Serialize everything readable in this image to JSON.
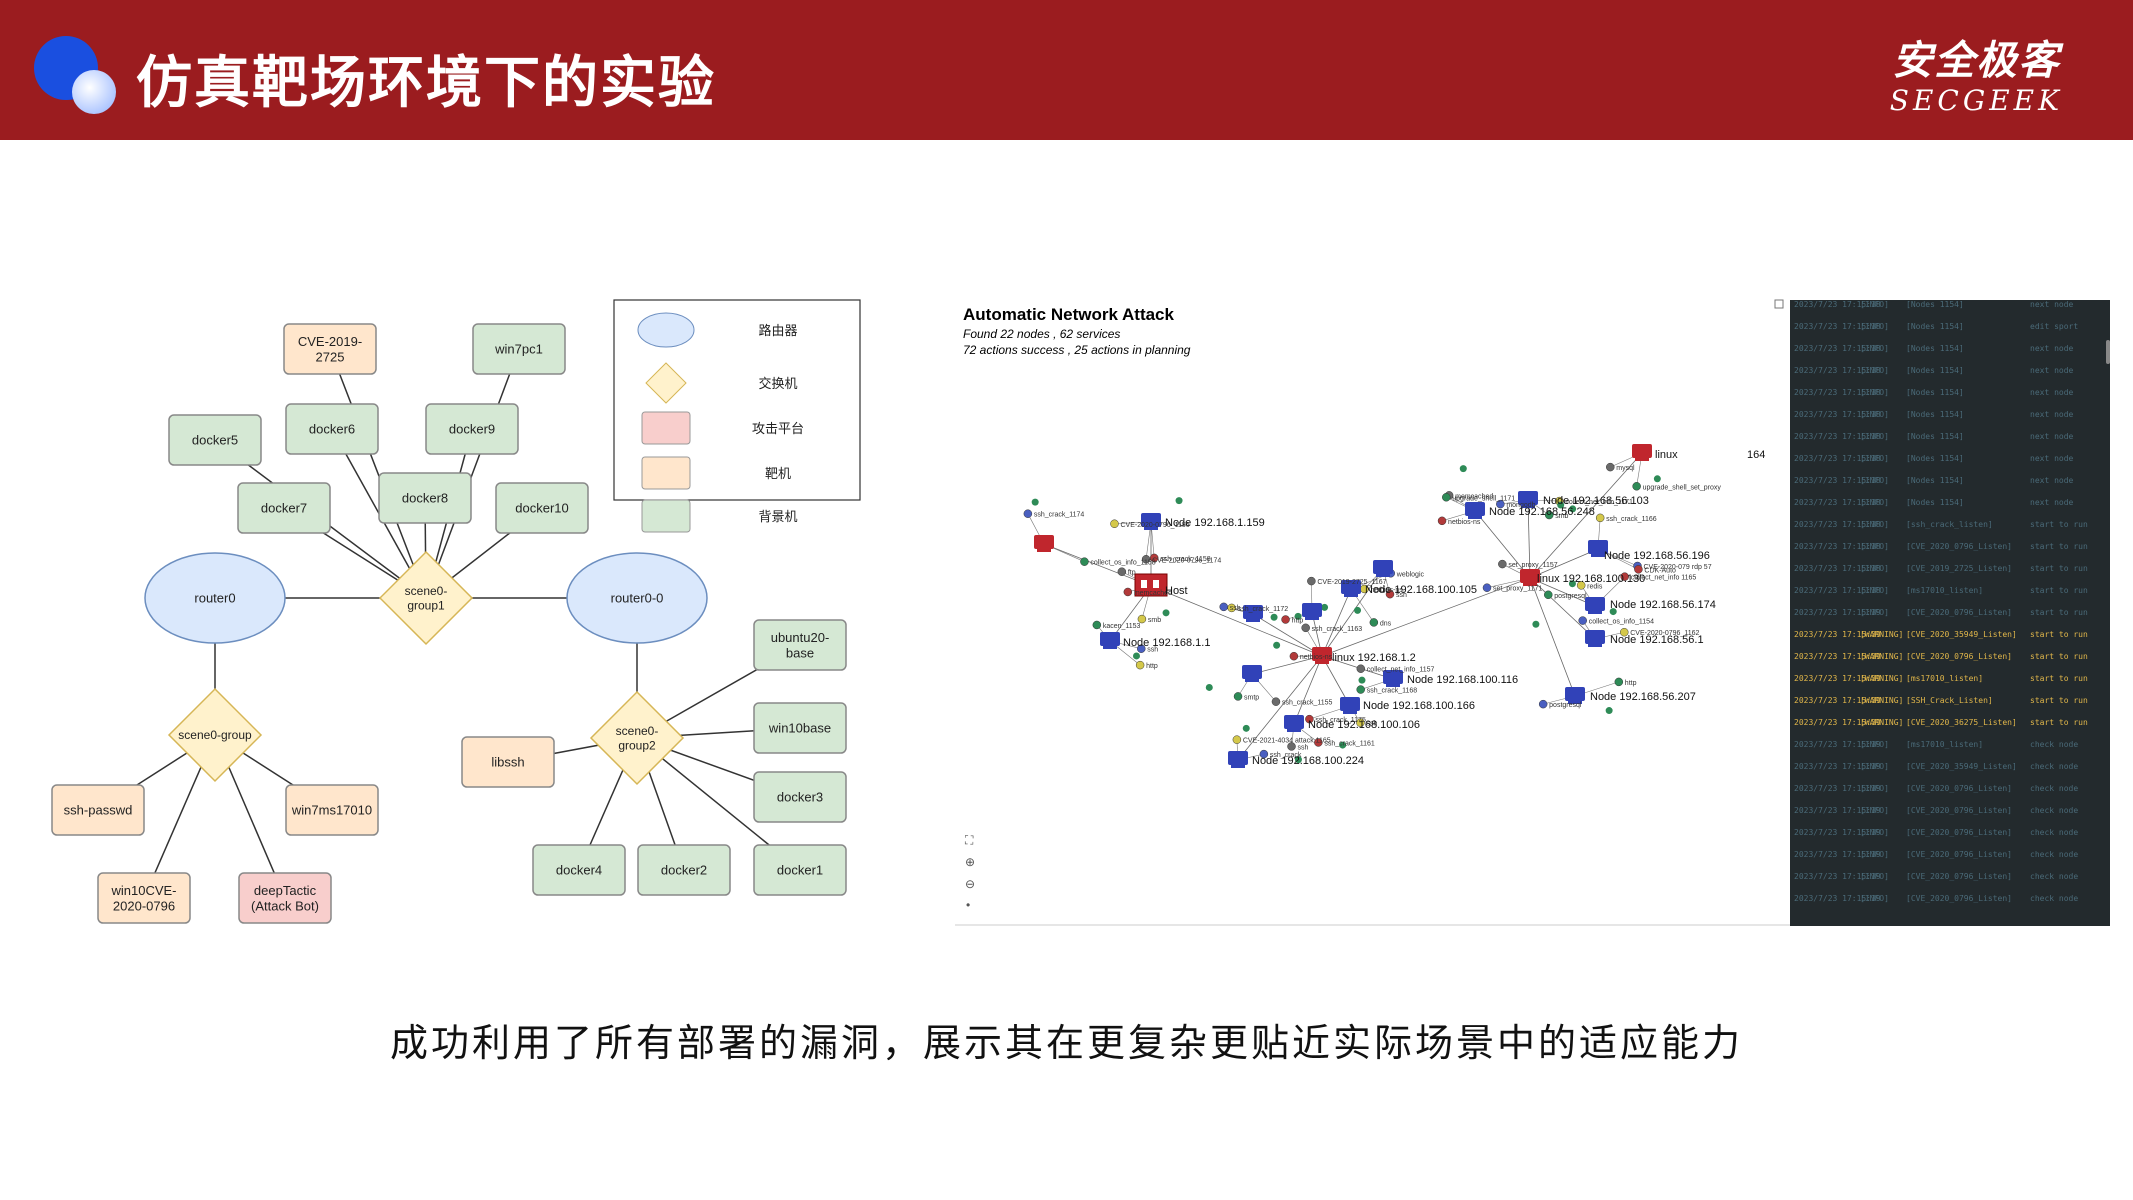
{
  "header": {
    "title": "仿真靶场环境下的实验",
    "logo_cn": "安全极客",
    "logo_en": "SECGEEK"
  },
  "left_diagram": {
    "legend": [
      {
        "shape": "ellipse",
        "label": "路由器"
      },
      {
        "shape": "diamond",
        "label": "交换机"
      },
      {
        "shape": "rect-pink",
        "label": "攻击平台"
      },
      {
        "shape": "rect-orange",
        "label": "靶机"
      },
      {
        "shape": "rect-green",
        "label": "背景机"
      }
    ],
    "nodes": {
      "cve2019": "CVE-2019-\n2725",
      "win7pc1": "win7pc1",
      "docker5": "docker5",
      "docker6": "docker6",
      "docker9": "docker9",
      "docker7": "docker7",
      "docker8": "docker8",
      "docker10": "docker10",
      "router0": "router0",
      "scene0group1": "scene0-\ngroup1",
      "router00": "router0-0",
      "ubuntu20base": "ubuntu20-\nbase",
      "scene0group": "scene0-group",
      "scene0group2": "scene0-\ngroup2",
      "libssh": "libssh",
      "win10base": "win10base",
      "sshpasswd": "ssh-passwd",
      "win7ms17010": "win7ms17010",
      "docker3": "docker3",
      "win10cve": "win10CVE-\n2020-0796",
      "deeptactic": "deepTactic\n(Attack Bot)",
      "docker4": "docker4",
      "docker2": "docker2",
      "docker1": "docker1"
    }
  },
  "attack_graph": {
    "title": "Automatic Network Attack",
    "subtitle1": "Found 22 nodes , 62 services",
    "subtitle2": "72 actions success , 25 actions in planning",
    "labels": [
      {
        "id": "l1",
        "text": "Node 192.168.1.159"
      },
      {
        "id": "l2",
        "text": "Node 192.168.56.103"
      },
      {
        "id": "l3",
        "text": "Node 192.168.56.248"
      },
      {
        "id": "l4",
        "text": "Node 192.168.56.196"
      },
      {
        "id": "l5",
        "text": "linux 192.168.100.130"
      },
      {
        "id": "l6",
        "text": "Host"
      },
      {
        "id": "l7",
        "text": "Node 192.168.1.1"
      },
      {
        "id": "l8",
        "text": "linux 192.168.1.2"
      },
      {
        "id": "l9",
        "text": "Node 192.168.56.1"
      },
      {
        "id": "l10",
        "text": "Node 192.168.100.116"
      },
      {
        "id": "l11",
        "text": "Node 192.168.100.166"
      },
      {
        "id": "l12",
        "text": "Node 192.168.56.207"
      },
      {
        "id": "l13",
        "text": "Node 192.168.100.106"
      },
      {
        "id": "l14",
        "text": "Node 192.168.100.224"
      },
      {
        "id": "l15",
        "text": "linux"
      },
      {
        "id": "l16",
        "text": "164"
      },
      {
        "id": "l17",
        "text": "Node 192.168.56.174"
      },
      {
        "id": "l18",
        "text": "Node 192.168.100.105"
      }
    ],
    "small_labels": [
      "CVE-2020-0796_1156",
      "smb",
      "netbios-ns",
      "CVE-2020-079 rdp 57",
      "set_proxy_1157",
      "smb",
      "kacen_1153",
      "netbios-ns",
      "collect_os_info_1154",
      "collect_net_info_1157",
      "ssh",
      "http",
      "ssh_crack_1161",
      "ssh_crack",
      "mysql",
      "redis",
      "dns",
      "http",
      "ssh",
      "ssh_crack_1155",
      "netbios-ns",
      "collect_os_info_1158",
      "ssh_crack_1158",
      "mongodb",
      "memcached",
      "ssh_crack_1166",
      "postgresql",
      "memcached",
      "ssh",
      "ssh_crack_1163",
      "CVE-2020-0796_1162",
      "ssh_crack_1168",
      "ssh_crack_1175",
      "postgresql",
      "ssh",
      "CVE-2021-4034 attack 1165",
      "upgrade_shell_set_proxy",
      "collect_net_info 1165",
      "weblogic",
      "CVE-2019-2725_1167",
      "ssh_crack_1172",
      "smtp",
      "ssh",
      "ssh_crack_1174",
      "CVE-2020-0796_1174",
      "collect_net_info_1171",
      "upgrade_shell_1171",
      "CDK-Auto",
      "set_proxy_1171",
      "ftp",
      "http"
    ]
  },
  "terminal": {
    "rows": [
      {
        "time": "2023/7/23 17:15:38",
        "level": "[INFO]",
        "msg": "[Nodes 1154]",
        "note": "next node"
      },
      {
        "time": "2023/7/23 17:15:38",
        "level": "[INFO]",
        "msg": "[Nodes 1154]",
        "note": "edit sport"
      },
      {
        "time": "2023/7/23 17:15:38",
        "level": "[INFO]",
        "msg": "[Nodes 1154]",
        "note": "next node"
      },
      {
        "time": "2023/7/23 17:15:38",
        "level": "[INFO]",
        "msg": "[Nodes 1154]",
        "note": "next node"
      },
      {
        "time": "2023/7/23 17:15:38",
        "level": "[INFO]",
        "msg": "[Nodes 1154]",
        "note": "next node"
      },
      {
        "time": "2023/7/23 17:15:38",
        "level": "[INFO]",
        "msg": "[Nodes 1154]",
        "note": "next node"
      },
      {
        "time": "2023/7/23 17:15:38",
        "level": "[INFO]",
        "msg": "[Nodes 1154]",
        "note": "next node"
      },
      {
        "time": "2023/7/23 17:15:38",
        "level": "[INFO]",
        "msg": "[Nodes 1154]",
        "note": "next node"
      },
      {
        "time": "2023/7/23 17:15:38",
        "level": "[INFO]",
        "msg": "[Nodes 1154]",
        "note": "next node"
      },
      {
        "time": "2023/7/23 17:15:38",
        "level": "[INFO]",
        "msg": "[Nodes 1154]",
        "note": "next node"
      },
      {
        "time": "2023/7/23 17:15:38",
        "level": "[INFO]",
        "msg": "[ssh_crack_listen]",
        "note": "start to run"
      },
      {
        "time": "2023/7/23 17:15:38",
        "level": "[INFO]",
        "msg": "[CVE_2020_0796_Listen]",
        "note": "start to run"
      },
      {
        "time": "2023/7/23 17:15:38",
        "level": "[INFO]",
        "msg": "[CVE_2019_2725_Listen]",
        "note": "start to run"
      },
      {
        "time": "2023/7/23 17:15:38",
        "level": "[INFO]",
        "msg": "[ms17010_listen]",
        "note": "start to run"
      },
      {
        "time": "2023/7/23 17:15:39",
        "level": "[INFO]",
        "msg": "[CVE_2020_0796_Listen]",
        "note": "start to run"
      },
      {
        "time": "2023/7/23 17:15:39",
        "level": "[WARNING]",
        "msg": "[CVE_2020_35949_Listen]",
        "note": "start to run"
      },
      {
        "time": "2023/7/23 17:15:39",
        "level": "[WARNING]",
        "msg": "[CVE_2020_0796_Listen]",
        "note": "start to run"
      },
      {
        "time": "2023/7/23 17:15:39",
        "level": "[WARNING]",
        "msg": "[ms17010_listen]",
        "note": "start to run"
      },
      {
        "time": "2023/7/23 17:15:39",
        "level": "[WARNING]",
        "msg": "[SSH_Crack_Listen]",
        "note": "start to run"
      },
      {
        "time": "2023/7/23 17:15:39",
        "level": "[WARNING]",
        "msg": "[CVE_2020_36275_Listen]",
        "note": "start to run"
      },
      {
        "time": "2023/7/23 17:15:39",
        "level": "[INFO]",
        "msg": "[ms17010_listen]",
        "note": "check node"
      },
      {
        "time": "2023/7/23 17:15:39",
        "level": "[INFO]",
        "msg": "[CVE_2020_35949_Listen]",
        "note": "check node"
      },
      {
        "time": "2023/7/23 17:15:39",
        "level": "[INFO]",
        "msg": "[CVE_2020_0796_Listen]",
        "note": "check node"
      },
      {
        "time": "2023/7/23 17:15:39",
        "level": "[INFO]",
        "msg": "[CVE_2020_0796_Listen]",
        "note": "check node"
      },
      {
        "time": "2023/7/23 17:15:39",
        "level": "[INFO]",
        "msg": "[CVE_2020_0796_Listen]",
        "note": "check node"
      },
      {
        "time": "2023/7/23 17:15:39",
        "level": "[INFO]",
        "msg": "[CVE_2020_0796_Listen]",
        "note": "check node"
      },
      {
        "time": "2023/7/23 17:15:39",
        "level": "[INFO]",
        "msg": "[CVE_2020_0796_Listen]",
        "note": "check node"
      },
      {
        "time": "2023/7/23 17:15:39",
        "level": "[INFO]",
        "msg": "[CVE_2020_0796_Listen]",
        "note": "check node"
      }
    ]
  },
  "caption": "成功利用了所有部署的漏洞，展示其在更复杂更贴近实际场景中的适应能力",
  "colors": {
    "header_bg": "#9b1c1f",
    "router_fill": "#dae8fc",
    "switch_fill": "#fff2cc",
    "attack_fill": "#f8cecc",
    "target_fill": "#ffe6cc",
    "background_fill": "#d5e8d4",
    "terminal_bg": "#232a2d",
    "attack_node_red": "#c0262d",
    "attack_node_blue": "#3142b8"
  }
}
